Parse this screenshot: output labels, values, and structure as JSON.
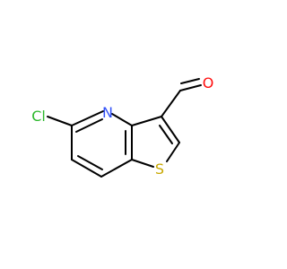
{
  "molecule": {
    "atoms": {
      "chlorine": "Cl",
      "nitrogen": "N",
      "oxygen": "O",
      "sulfur": "S"
    },
    "colors": {
      "chlorine": "#2db82d",
      "nitrogen": "#3050f8",
      "oxygen": "#ff0d0d",
      "sulfur": "#c8a800",
      "bond": "#000000"
    }
  }
}
